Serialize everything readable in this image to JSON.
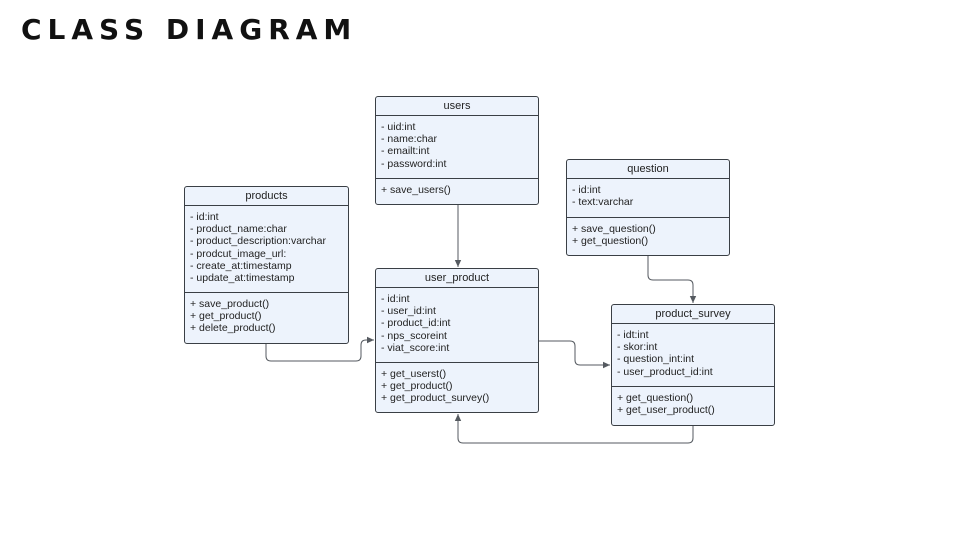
{
  "page": {
    "title": "CLASS DIAGRAM"
  },
  "classes": {
    "users": {
      "name": "users",
      "attributes": [
        "- uid:int",
        "- name:char",
        "- emailt:int",
        "- password:int"
      ],
      "methods": [
        "+ save_users()"
      ]
    },
    "question": {
      "name": "question",
      "attributes": [
        "- id:int",
        "- text:varchar"
      ],
      "methods": [
        "+ save_question()",
        "+ get_question()"
      ]
    },
    "products": {
      "name": "products",
      "attributes": [
        "- id:int",
        "- product_name:char",
        "- product_description:varchar",
        "- prodcut_image_url:",
        "- create_at:timestamp",
        "- update_at:timestamp"
      ],
      "methods": [
        "+ save_product()",
        "+ get_product()",
        "+ delete_product()"
      ]
    },
    "user_product": {
      "name": "user_product",
      "attributes": [
        "- id:int",
        "- user_id:int",
        "- product_id:int",
        "- nps_scoreint",
        "- viat_score:int"
      ],
      "methods": [
        "+ get_userst()",
        "+ get_product()",
        "+ get_product_survey()"
      ]
    },
    "product_survey": {
      "name": "product_survey",
      "attributes": [
        "- idt:int",
        "- skor:int",
        "- question_int:int",
        "- user_product_id:int"
      ],
      "methods": [
        "+ get_question()",
        "+ get_user_product()"
      ]
    }
  },
  "relationships": [
    {
      "from": "users",
      "to": "user_product"
    },
    {
      "from": "products",
      "to": "user_product"
    },
    {
      "from": "user_product",
      "to": "product_survey"
    },
    {
      "from": "question",
      "to": "product_survey"
    },
    {
      "from": "product_survey",
      "to": "user_product"
    }
  ],
  "colors": {
    "box_fill": "#edf3fc",
    "box_border": "#3a3f45",
    "connector": "#555a60"
  }
}
